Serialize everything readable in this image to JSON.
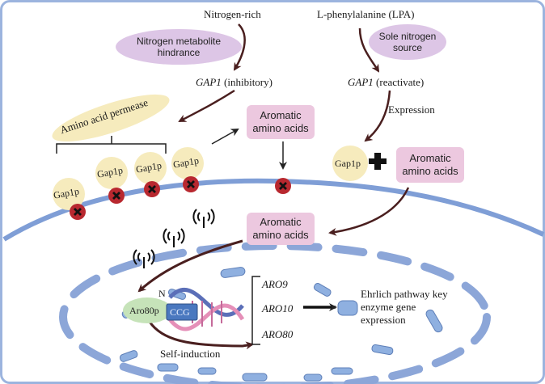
{
  "labels": {
    "nitrogen_rich": "Nitrogen-rich",
    "lpa_prefix": "L",
    "lpa_rest": "-phenylalanine (LPA)",
    "nitrogen_hindrance": "Nitrogen metabolite hindrance",
    "sole_nitrogen": "Sole nitrogen source",
    "gap1_gene": "GAP1",
    "gap1_inhibitory": " (inhibitory)",
    "gap1_reactivate": " (reactivate)",
    "expression": "Expression",
    "amino_acid_permease": "Amino acid permease",
    "aromatic_amino_acids": "Aromatic amino acids",
    "gap1p": "Gap1p",
    "plus": "+",
    "aro80p": "Aro80p",
    "n_label": "N",
    "ccg": "CCG",
    "aro9": "ARO9",
    "aro10": "ARO10",
    "aro80": "ARO80",
    "ehrlich": "Ehrlich pathway key enzyme gene expression",
    "self_induction": "Self-induction"
  },
  "colors": {
    "frame": "#9cb4de",
    "membrane": "#7f9ed6",
    "pill_fill": "#ddc6e6",
    "box_fill": "#ecc8df",
    "gap_fill": "#f6ebbd",
    "block_fill": "#b8282f",
    "aro80p_fill": "#c6e3b9",
    "ccg_fill": "#4a78bf",
    "dna_blue": "#5b6fb8",
    "dna_pink": "#e58fb8",
    "arrow": "#4a1f1f"
  },
  "icons": [
    "block-x-icon",
    "signal-antenna-icon",
    "plus-icon",
    "dna-helix-icon"
  ]
}
